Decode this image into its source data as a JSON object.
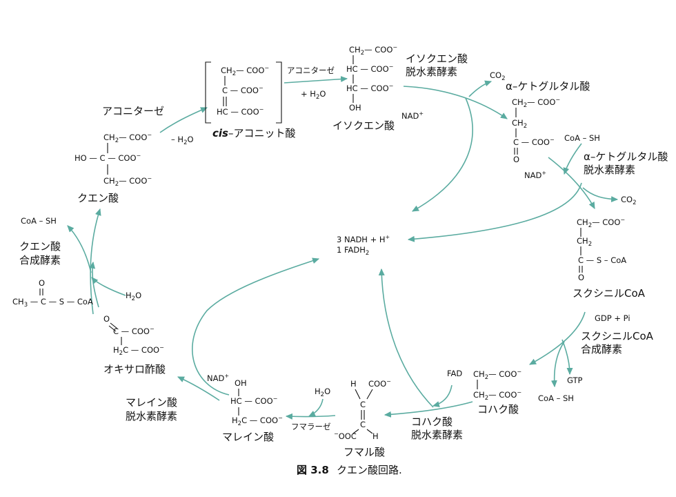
{
  "colors": {
    "arrow": "#5aaba0",
    "ink": "#111111",
    "background": "#ffffff"
  },
  "center": {
    "line1": "3 NADH + H",
    "line1_sup": "+",
    "line2": "1 FADH",
    "line2_sub": "2"
  },
  "molecules": {
    "citrate": "クエン酸",
    "cis_aconitate_prefix": "cis",
    "cis_aconitate": "–アコニット酸",
    "isocitrate": "イソクエン酸",
    "alpha_ketoglutarate": "α–ケトグルタル酸",
    "succinyl_coa": "スクシニルCoA",
    "succinate": "コハク酸",
    "fumarate": "フマル酸",
    "malate": "マレイン酸",
    "oxaloacetate": "オキサロ酢酸"
  },
  "enzymes": {
    "aconitase_left": "アコニターゼ",
    "aconitase_top": "アコニターゼ",
    "isocitrate_dh_1": "イソクエン酸",
    "isocitrate_dh_2": "脱水素酵素",
    "akg_dh_1": "α–ケトグルタル酸",
    "akg_dh_2": "脱水素酵素",
    "succinyl_synth_1": "スクシニルCoA",
    "succinyl_synth_2": "合成酵素",
    "succinate_dh_1": "コハク酸",
    "succinate_dh_2": "脱水素酵素",
    "fumarase": "フマラーゼ",
    "malate_dh_1": "マレイン酸",
    "malate_dh_2": "脱水素酵素",
    "citrate_synth_1": "クエン酸",
    "citrate_synth_2": "合成酵素"
  },
  "cofactors": {
    "minus_h2o": "– H",
    "plus_h2o": "+ H",
    "co2": "CO",
    "nad": "NAD",
    "coa_sh": "CoA – SH",
    "gdp_pi": "GDP + Pi",
    "gtp": "GTP",
    "fad": "FAD",
    "h2o": "H",
    "o_sub": "O",
    "sub2": "2",
    "plus": "+"
  },
  "chem": {
    "ch2": "CH",
    "coo": "COO",
    "minus": "−",
    "c": "C",
    "hc": "HC",
    "ho": "HO",
    "oh": "OH",
    "h": "H",
    "o": "O",
    "s_coa": "S – CoA",
    "s": "S",
    "coa": "CoA",
    "ch3": "CH",
    "sub3": "3",
    "ooc": "OOC",
    "eq": "="
  },
  "caption": {
    "label": "図 3.8",
    "text": "クエン酸回路."
  }
}
